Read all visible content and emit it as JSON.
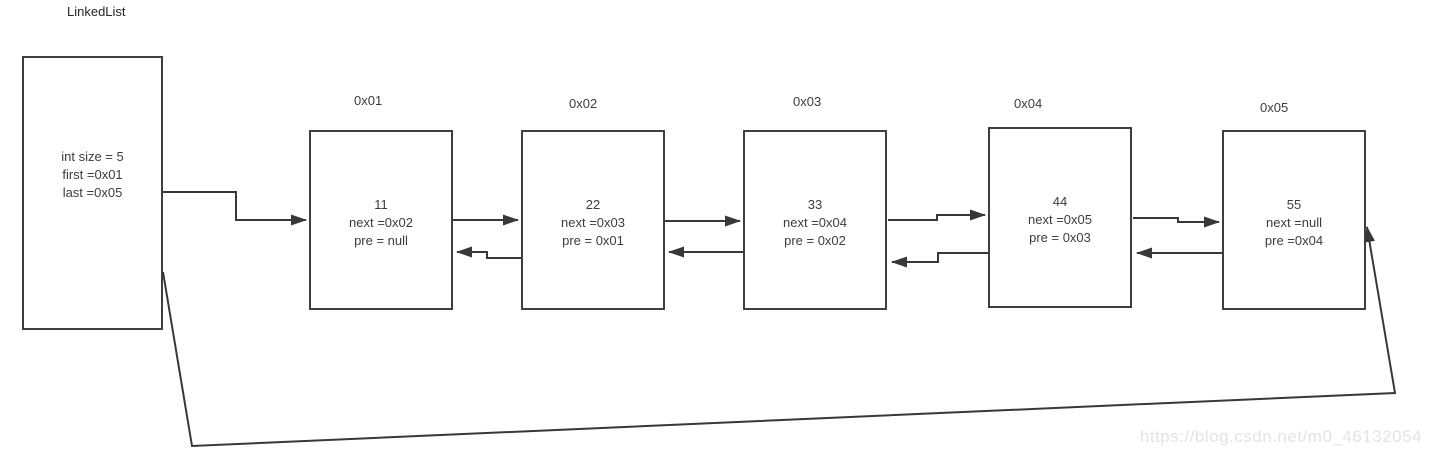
{
  "title": "LinkedList",
  "list_object": {
    "fields": [
      "int size = 5",
      "first =0x01",
      "last =0x05"
    ]
  },
  "nodes": [
    {
      "address": "0x01",
      "value": "11",
      "next": "next =0x02",
      "pre": "pre = null"
    },
    {
      "address": "0x02",
      "value": "22",
      "next": "next =0x03",
      "pre": "pre = 0x01"
    },
    {
      "address": "0x03",
      "value": "33",
      "next": "next =0x04",
      "pre": "pre = 0x02"
    },
    {
      "address": "0x04",
      "value": "44",
      "next": "next =0x05",
      "pre": "pre = 0x03"
    },
    {
      "address": "0x05",
      "value": "55",
      "next": "next =null",
      "pre": "pre =0x04"
    }
  ],
  "edges": [
    {
      "from": "list-object",
      "to": "0x01",
      "type": "first-pointer"
    },
    {
      "from": "0x01",
      "to": "0x02",
      "type": "next"
    },
    {
      "from": "0x02",
      "to": "0x01",
      "type": "pre"
    },
    {
      "from": "0x02",
      "to": "0x03",
      "type": "next"
    },
    {
      "from": "0x03",
      "to": "0x02",
      "type": "pre"
    },
    {
      "from": "0x03",
      "to": "0x04",
      "type": "next"
    },
    {
      "from": "0x04",
      "to": "0x03",
      "type": "pre"
    },
    {
      "from": "0x04",
      "to": "0x05",
      "type": "next"
    },
    {
      "from": "0x05",
      "to": "0x04",
      "type": "pre"
    },
    {
      "from": "list-object",
      "to": "0x05",
      "type": "last-pointer"
    }
  ],
  "watermark": "https://blog.csdn.net/m0_46132054",
  "colors": {
    "line": "#383838",
    "box_border": "#3f3f3f",
    "text": "#3d3d3d",
    "watermark": "#e3e3e3",
    "background": "#ffffff"
  }
}
